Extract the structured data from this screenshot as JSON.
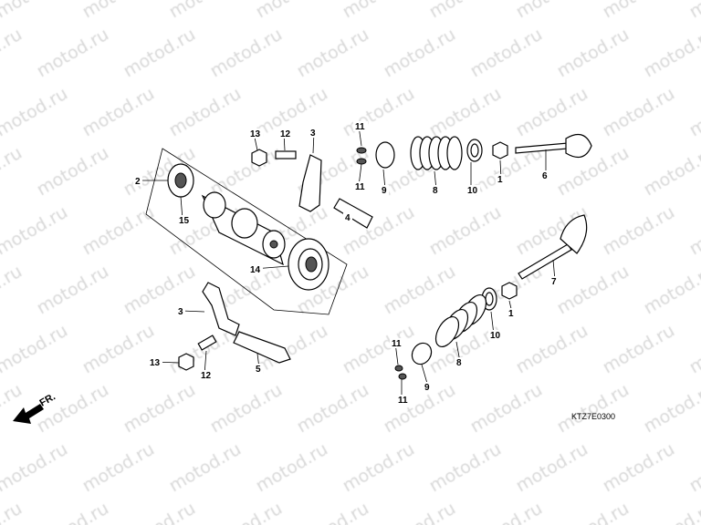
{
  "diagram": {
    "watermark": "motod.ru",
    "reference_code": "KTZ7E0300",
    "direction_label": "FR.",
    "callouts": [
      "13",
      "12",
      "3",
      "11",
      "11",
      "9",
      "8",
      "10",
      "1",
      "6",
      "2",
      "15",
      "4",
      "14",
      "7",
      "3",
      "1",
      "10",
      "13",
      "12",
      "5",
      "11",
      "8",
      "9",
      "11"
    ]
  }
}
